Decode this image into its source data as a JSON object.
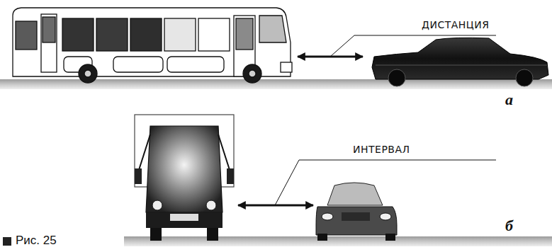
{
  "diagram": {
    "caption": "Рис. 25",
    "labels": [
      "ДИСТАНЦИЯ",
      "а",
      "ИНТЕРВАЛ",
      "б"
    ]
  }
}
